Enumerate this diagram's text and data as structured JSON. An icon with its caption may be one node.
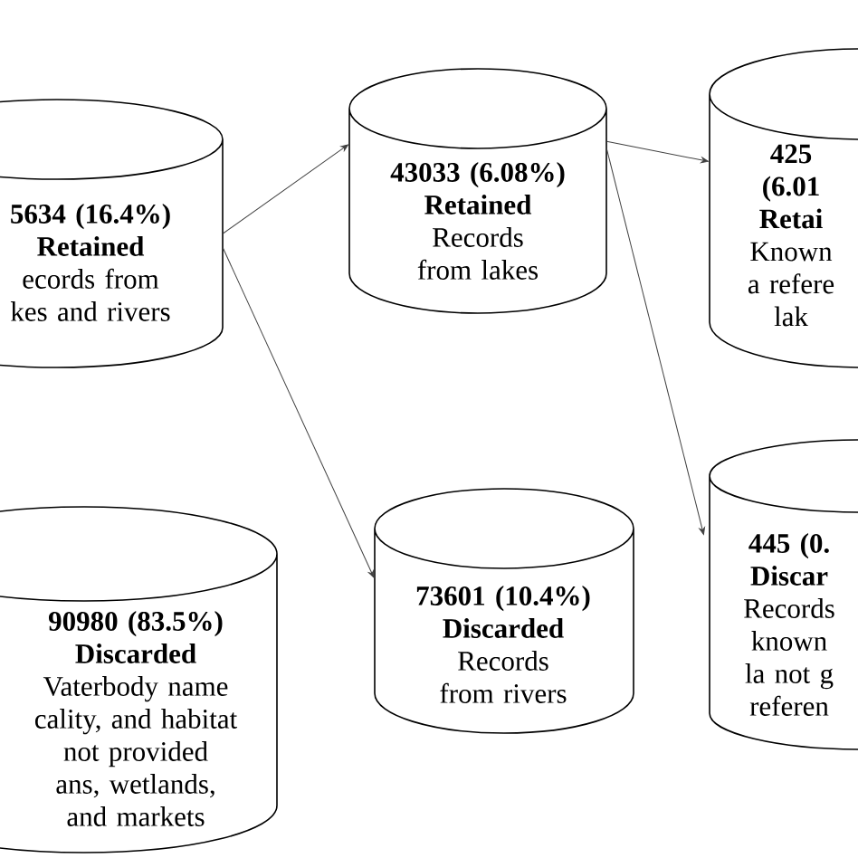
{
  "diagram": {
    "nodes": [
      {
        "text": [
          "5634 (16.4%)",
          "Retained",
          "ecords from kes and rivers"
        ]
      },
      {
        "text": [
          "43033 (6.08%)",
          "Retained",
          "Records from lakes"
        ]
      },
      {
        "text": [
          "425 (6.01",
          "Retai",
          "Known a refere lak"
        ]
      },
      {
        "text": [
          "90980 (83.5%)",
          "Discarded",
          "Vaterbody name cality, and habitat not provided ans, wetlands, and markets"
        ]
      },
      {
        "text": [
          "73601 (10.4%)",
          "Discarded",
          "Records from rivers"
        ]
      },
      {
        "text": [
          "445 (0.",
          "Discar",
          "Records known la not g referen"
        ]
      }
    ],
    "edges": [
      {
        "from": 0,
        "to": 1,
        "arrow": "to"
      },
      {
        "from": 0,
        "to": 4,
        "arrow": "to"
      },
      {
        "from": 1,
        "to": 2,
        "arrow": "to"
      },
      {
        "from": 1,
        "to": 5,
        "arrow": "to"
      }
    ]
  }
}
